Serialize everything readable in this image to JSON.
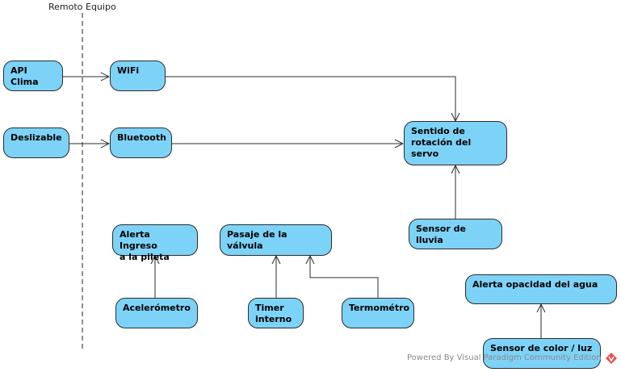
{
  "lanes": {
    "remote": "Remoto",
    "equipment": "Equipo"
  },
  "nodes": {
    "api_clima": "API Clima",
    "wifi": "WiFi",
    "deslizable": "Deslizable",
    "bluetooth": "Bluetooth",
    "sentido": "Sentido de\nrotación del servo",
    "sensor_lluvia": "Sensor de lluvia",
    "alerta_ingreso": "Alerta Ingreso\na la pileta",
    "pasaje_valvula": "Pasaje de la válvula",
    "acelerometro": "Acelerómetro",
    "timer": "Timer\ninterno",
    "termometro": "Termométro",
    "alerta_opacidad": "Alerta opacidad del agua",
    "sensor_color": "Sensor de color / luz"
  },
  "edges": [
    {
      "from": "API Clima",
      "to": "WiFi"
    },
    {
      "from": "Deslizable",
      "to": "Bluetooth"
    },
    {
      "from": "WiFi",
      "to": "Sentido de rotación del servo"
    },
    {
      "from": "Bluetooth",
      "to": "Sentido de rotación del servo"
    },
    {
      "from": "Sensor de lluvia",
      "to": "Sentido de rotación del servo"
    },
    {
      "from": "Acelerómetro",
      "to": "Alerta Ingreso a la pileta"
    },
    {
      "from": "Timer interno",
      "to": "Pasaje de la válvula"
    },
    {
      "from": "Termométro",
      "to": "Pasaje de la válvula"
    },
    {
      "from": "Sensor de color / luz",
      "to": "Alerta opacidad del agua"
    }
  ],
  "watermark": "Powered By Visual Paradigm Community Edition",
  "colors": {
    "node_fill": "#7dd3f7",
    "node_border": "#2b2b2b",
    "edge": "#2b2b2b",
    "logo": "#e8504f"
  }
}
